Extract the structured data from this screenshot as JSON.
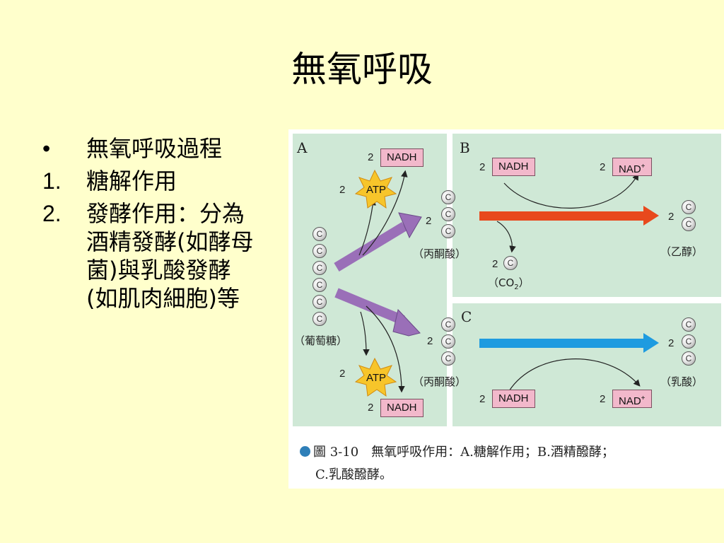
{
  "title": "無氧呼吸",
  "bullets": [
    {
      "marker": "•",
      "text": "無氧呼吸過程"
    },
    {
      "marker": "1.",
      "text": "糖解作用"
    },
    {
      "marker": "2.",
      "text": "發酵作用：分為酒精發酵(如酵母菌)與乳酸發酵(如肌肉細胞)等"
    }
  ],
  "figure": {
    "panel_a": {
      "label": "A",
      "count_nadh_top": "2",
      "nadh_top": "NADH",
      "count_atp_top": "2",
      "atp_top": "ATP",
      "glucose": "（葡萄糖）",
      "count_pyr_top": "2",
      "pyruvate_top": "（丙酮酸）",
      "count_pyr_bottom": "2",
      "pyruvate_bottom": "（丙酮酸）",
      "count_atp_bottom": "2",
      "atp_bottom": "ATP",
      "count_nadh_bottom": "2",
      "nadh_bottom": "NADH"
    },
    "panel_b": {
      "label": "B",
      "count_nadh": "2",
      "nadh": "NADH",
      "count_nad": "2",
      "nad": "NAD",
      "nad_sup": "+",
      "count_co2": "2",
      "co2_prefix": "（CO",
      "co2_sub": "2",
      "co2_suffix": "）",
      "count_product": "2",
      "ethanol": "（乙醇）"
    },
    "panel_c": {
      "label": "C",
      "count_nadh": "2",
      "nadh": "NADH",
      "count_nad": "2",
      "nad": "NAD",
      "nad_sup": "+",
      "count_product": "2",
      "lactic": "（乳酸）"
    },
    "carbon_symbol": "C",
    "caption_line1": "圖 3-10　無氧呼吸作用：A.糖解作用；B.酒精醱酵；",
    "caption_line2": "C.乳酸醱酵。"
  },
  "colors": {
    "background": "#FFFFCC",
    "panel": "#CFE8D6",
    "nadh_box": "#F2B8CB",
    "atp_star": "#F7C52A",
    "purple_arrow": "#9A6FB8",
    "orange_arrow": "#E8491D",
    "blue_arrow": "#1E9BE0"
  }
}
